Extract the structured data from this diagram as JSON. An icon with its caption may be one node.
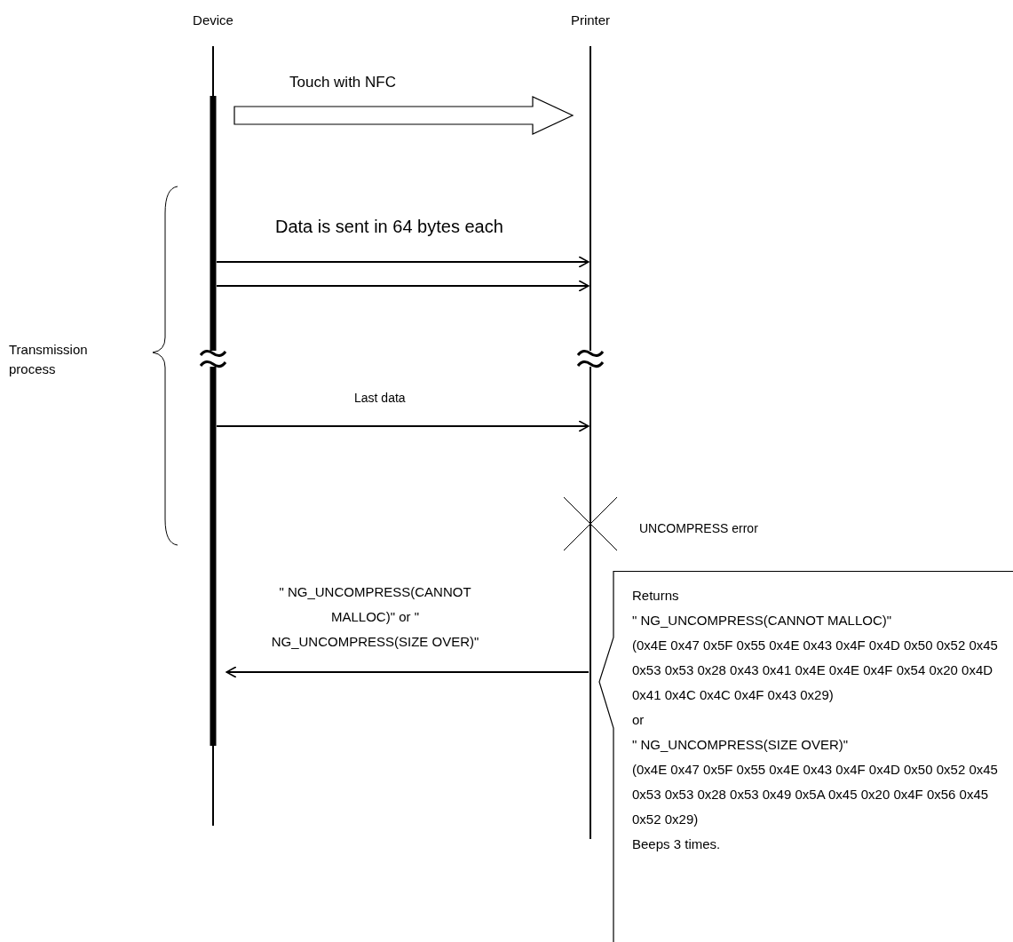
{
  "diagram": {
    "nodes": [
      {
        "text": [
          "Device"
        ]
      },
      {
        "text": [
          "Printer"
        ]
      },
      {
        "text": [
          "Returns",
          "\" NG_UNCOMPRESS(CANNOT MALLOC)\"",
          "(0x4E 0x47 0x5F 0x55 0x4E 0x43 0x4F 0x4D 0x50 0x52 0x45 0x53 0x53 0x28 0x43 0x41 0x4E 0x4E 0x4F 0x54 0x20 0x4D 0x41 0x4C 0x4C 0x4F 0x43 0x29)",
          "or",
          "\" NG_UNCOMPRESS(SIZE OVER)\"",
          "(0x4E 0x47 0x5F 0x55 0x4E 0x43 0x4F 0x4D 0x50 0x52 0x45 0x53 0x53 0x28 0x53 0x49 0x5A 0x45 0x20 0x4F 0x56 0x45 0x52 0x29)",
          "Beeps 3 times."
        ]
      },
      {
        "text": [],
        "shape": "cross",
        "beside": [
          "UNCOMPRESS error"
        ]
      }
    ],
    "edges": [
      {
        "from": 0,
        "to": 1,
        "arrow": "to",
        "style": "thick",
        "label": "Touch with NFC"
      },
      {
        "from": 0,
        "to": 1,
        "arrow": "to",
        "label": "Data is sent in 64 bytes each"
      },
      {
        "from": 0,
        "to": 1,
        "arrow": "to"
      },
      {
        "from": 0,
        "to": 1,
        "arrow": "to",
        "label": "Last data"
      },
      {
        "from": 1,
        "to": 0,
        "arrow": "to",
        "label": "\" NG_UNCOMPRESS(CANNOT MALLOC)\" or \" NG_UNCOMPRESS(SIZE OVER)\""
      }
    ],
    "labels": [
      "Transmission process"
    ]
  }
}
